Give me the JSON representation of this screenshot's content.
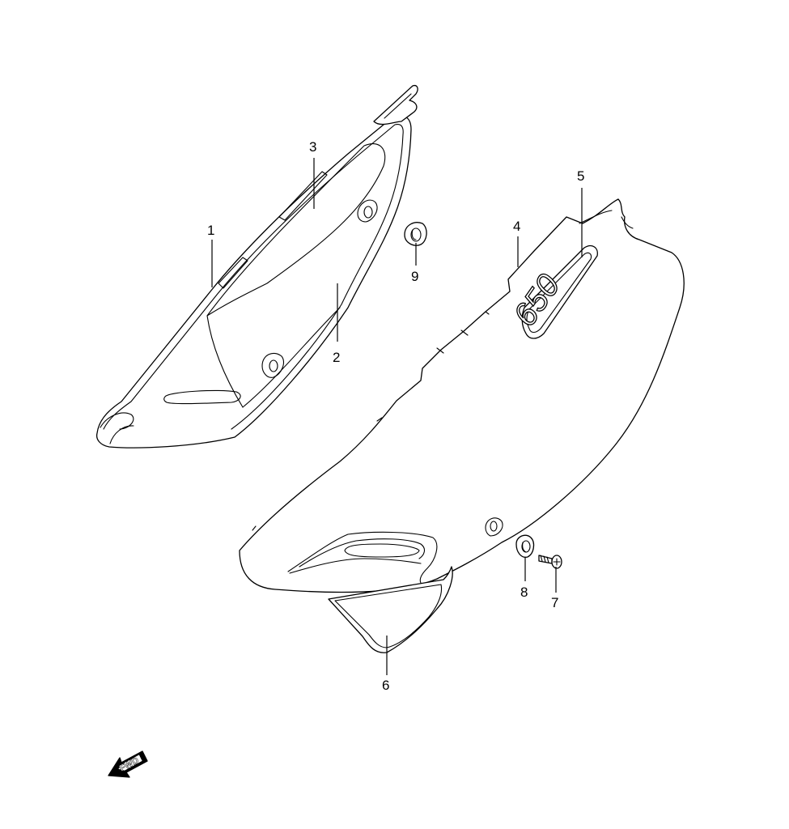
{
  "callouts": [
    {
      "id": "1",
      "label": "1"
    },
    {
      "id": "2",
      "label": "2"
    },
    {
      "id": "3",
      "label": "3"
    },
    {
      "id": "4",
      "label": "4"
    },
    {
      "id": "5",
      "label": "5"
    },
    {
      "id": "6",
      "label": "6"
    },
    {
      "id": "7",
      "label": "7"
    },
    {
      "id": "8",
      "label": "8"
    },
    {
      "id": "9",
      "label": "9"
    }
  ],
  "decal_text": "650",
  "fwd_label": "FWD",
  "colors": {
    "line": "#000000",
    "background": "#ffffff"
  },
  "icons": {
    "direction": "fwd-arrow-icon"
  }
}
